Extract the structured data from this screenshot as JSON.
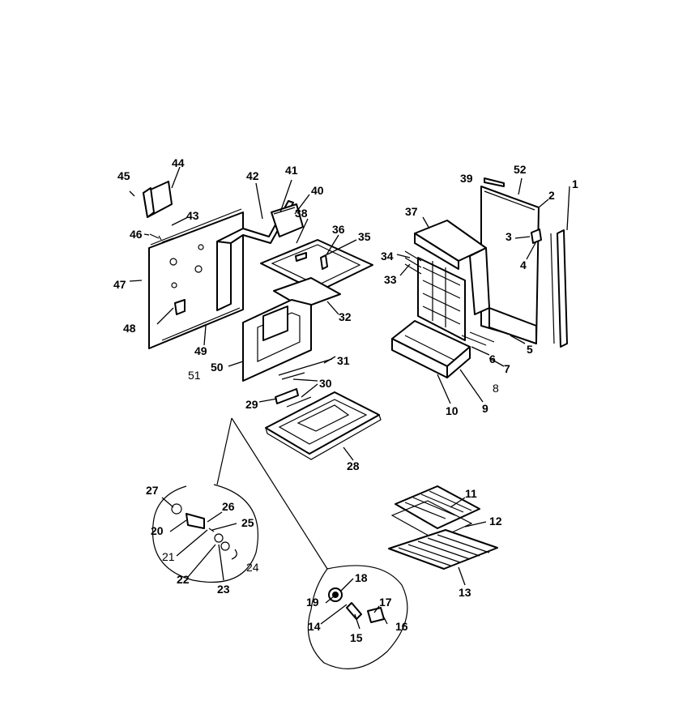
{
  "diagram": {
    "callouts": [
      {
        "id": "c1",
        "text": "1"
      },
      {
        "id": "c2",
        "text": "2"
      },
      {
        "id": "c3",
        "text": "3"
      },
      {
        "id": "c4",
        "text": "4"
      },
      {
        "id": "c5",
        "text": "5"
      },
      {
        "id": "c6",
        "text": "6"
      },
      {
        "id": "c7",
        "text": "7"
      },
      {
        "id": "c8",
        "text": "8"
      },
      {
        "id": "c9",
        "text": "9"
      },
      {
        "id": "c10",
        "text": "10"
      },
      {
        "id": "c11",
        "text": "11"
      },
      {
        "id": "c12",
        "text": "12"
      },
      {
        "id": "c13",
        "text": "13"
      },
      {
        "id": "c14",
        "text": "14"
      },
      {
        "id": "c15",
        "text": "15"
      },
      {
        "id": "c16",
        "text": "16"
      },
      {
        "id": "c17",
        "text": "17"
      },
      {
        "id": "c18",
        "text": "18"
      },
      {
        "id": "c19",
        "text": "19"
      },
      {
        "id": "c20",
        "text": "20"
      },
      {
        "id": "c21",
        "text": "21"
      },
      {
        "id": "c22",
        "text": "22"
      },
      {
        "id": "c23",
        "text": "23"
      },
      {
        "id": "c24",
        "text": "24"
      },
      {
        "id": "c25",
        "text": "25"
      },
      {
        "id": "c26",
        "text": "26"
      },
      {
        "id": "c27",
        "text": "27"
      },
      {
        "id": "c28",
        "text": "28"
      },
      {
        "id": "c29",
        "text": "29"
      },
      {
        "id": "c30",
        "text": "30"
      },
      {
        "id": "c31",
        "text": "31"
      },
      {
        "id": "c32",
        "text": "32"
      },
      {
        "id": "c33",
        "text": "33"
      },
      {
        "id": "c34",
        "text": "34"
      },
      {
        "id": "c35",
        "text": "35"
      },
      {
        "id": "c36",
        "text": "36"
      },
      {
        "id": "c37",
        "text": "37"
      },
      {
        "id": "c38",
        "text": "38"
      },
      {
        "id": "c39",
        "text": "39"
      },
      {
        "id": "c40",
        "text": "40"
      },
      {
        "id": "c41",
        "text": "41"
      },
      {
        "id": "c42",
        "text": "42"
      },
      {
        "id": "c43",
        "text": "43"
      },
      {
        "id": "c44",
        "text": "44"
      },
      {
        "id": "c45",
        "text": "45"
      },
      {
        "id": "c46",
        "text": "46"
      },
      {
        "id": "c47",
        "text": "47"
      },
      {
        "id": "c48",
        "text": "48"
      },
      {
        "id": "c49",
        "text": "49"
      },
      {
        "id": "c50",
        "text": "50"
      },
      {
        "id": "c51",
        "text": "51"
      },
      {
        "id": "c52",
        "text": "52"
      }
    ]
  }
}
